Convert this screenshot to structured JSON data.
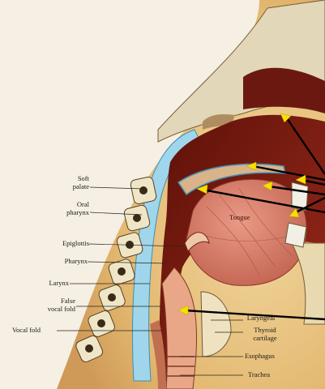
{
  "labels": {
    "soft_palate": [
      "Soft",
      "palate"
    ],
    "oral_pharynx": [
      "Oral",
      "pharynx"
    ],
    "epiglottis": "Epiglottis",
    "pharynx": "Pharynx",
    "larynx": "Larynx",
    "false_vocal_fold": [
      "False",
      "vocal fold"
    ],
    "vocal_fold": "Vocal fold",
    "tongue": "Tongue",
    "laryngeal": "Laryngeal",
    "thyroid_cartilage": [
      "Thyroid",
      "cartilage"
    ],
    "esophagus": "Esophagus",
    "trachea": "Trachea"
  },
  "colors": {
    "background": "#f5efe4",
    "skin": "#e8c27d",
    "bone": "#efe6c8",
    "canal_blue": "#8fd0e8",
    "cavity": "#7a1c12",
    "tongue": "#d98070",
    "arrow_yellow": "#f6e000",
    "pointer_black": "#000000"
  },
  "icons": [
    "arrowhead-marker"
  ]
}
